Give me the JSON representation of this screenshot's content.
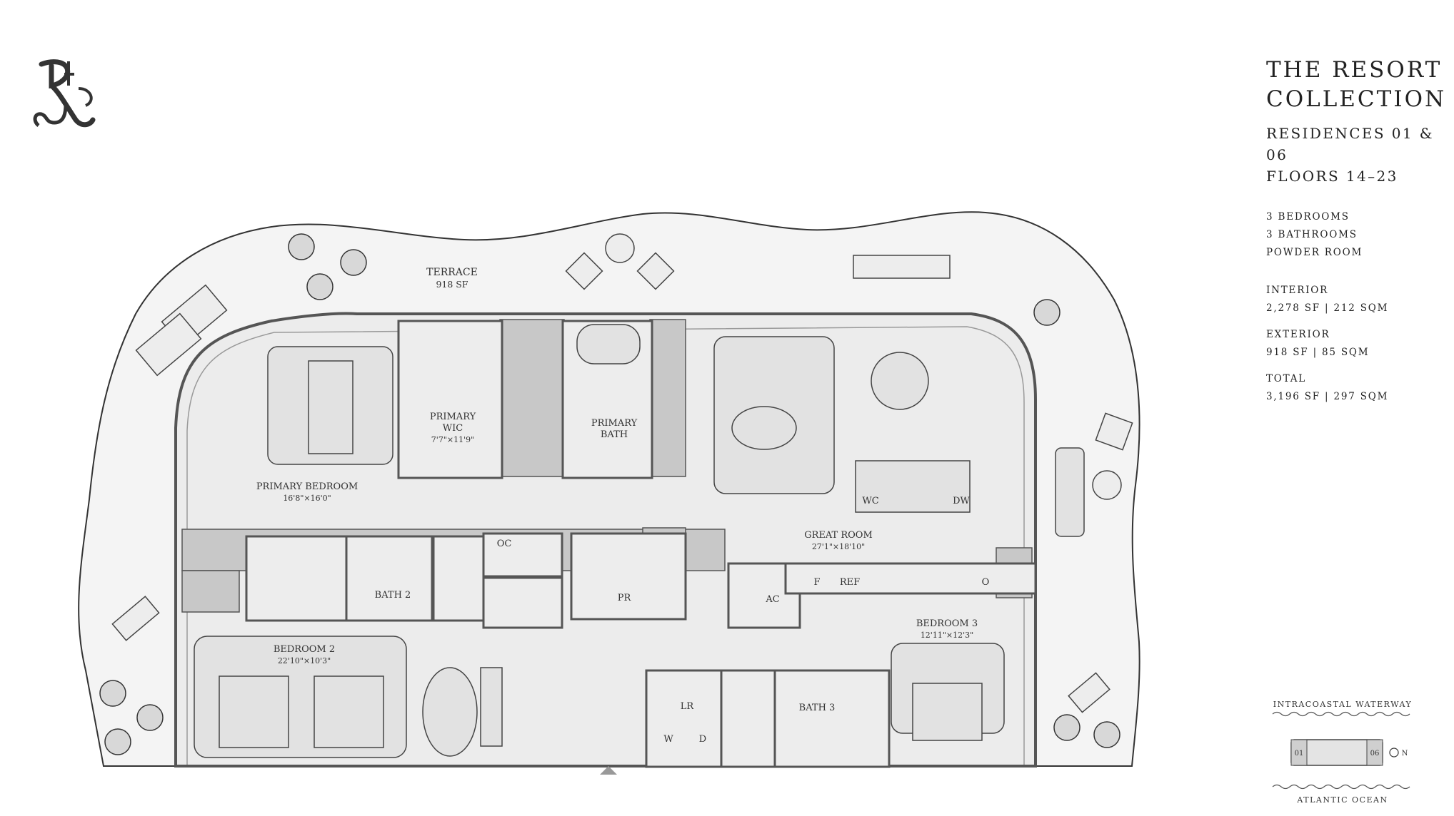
{
  "header": {
    "title_line1": "THE RESORT",
    "title_line2": "COLLECTION",
    "residences": "RESIDENCES 01 & 06",
    "floors": "FLOORS 14–23"
  },
  "features": [
    "3 BEDROOMS",
    "3 BATHROOMS",
    "POWDER ROOM"
  ],
  "areas": {
    "interior_label": "INTERIOR",
    "interior_value": "2,278 SF | 212 SQM",
    "exterior_label": "EXTERIOR",
    "exterior_value": "918 SF | 85 SQM",
    "total_label": "TOTAL",
    "total_value": "3,196 SF | 297 SQM"
  },
  "rooms": {
    "terrace": "TERRACE",
    "terrace_area": "918 SF",
    "primary_bedroom": "PRIMARY BEDROOM",
    "primary_bedroom_dim": "16'8\"×16'0\"",
    "primary_wic_1": "PRIMARY",
    "primary_wic_2": "WIC",
    "primary_wic_dim": "7'7\"×11'9\"",
    "primary_bath_1": "PRIMARY",
    "primary_bath_2": "BATH",
    "great_room": "GREAT ROOM",
    "great_room_dim": "27'1\"×18'10\"",
    "bath2": "BATH 2",
    "oc": "OC",
    "pr": "PR",
    "bedroom2": "BEDROOM 2",
    "bedroom2_dim": "22'10\"×10'3\"",
    "bedroom3": "BEDROOM 3",
    "bedroom3_dim": "12'11\"×12'3\"",
    "lr": "LR",
    "w": "W",
    "d": "D",
    "bath3": "BATH 3",
    "ac": "AC",
    "f": "F",
    "ref": "REF",
    "o": "O",
    "wc": "WC",
    "dw": "DW"
  },
  "keyplan": {
    "top_label": "INTRACOASTAL WATERWAY",
    "bottom_label": "ATLANTIC OCEAN",
    "unit_left": "01",
    "unit_right": "06",
    "north": "N"
  }
}
